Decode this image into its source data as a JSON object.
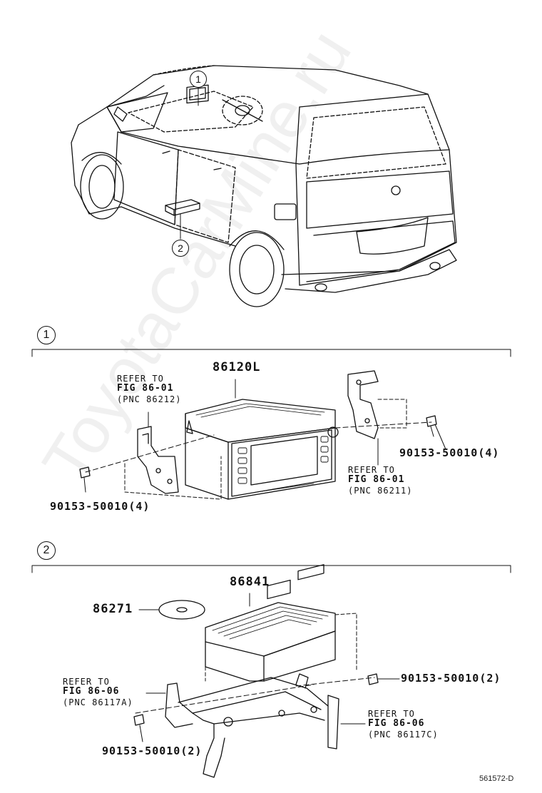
{
  "watermark": "ToyotaCarMine.ru",
  "overview": {
    "callout_1": "1",
    "callout_2": "2"
  },
  "section_1": {
    "number": "1",
    "main_part": "86120L",
    "ref_left": [
      "REFER TO",
      "FIG 86-01",
      "(PNC 86212)"
    ],
    "ref_right": [
      "REFER TO",
      "FIG 86-01",
      "(PNC 86211)"
    ],
    "screw_right": "90153-50010(4)",
    "screw_left": "90153-50010(4)"
  },
  "section_2": {
    "number": "2",
    "main_part": "86841",
    "disc_part": "86271",
    "ref_left": [
      "REFER TO",
      "FIG 86-06",
      "(PNC 86117A)"
    ],
    "ref_right": [
      "REFER TO",
      "FIG 86-06",
      "(PNC 86117C)"
    ],
    "screw_right": "90153-50010(2)",
    "screw_left": "90153-50010(2)"
  },
  "footer_code": "561572-D"
}
